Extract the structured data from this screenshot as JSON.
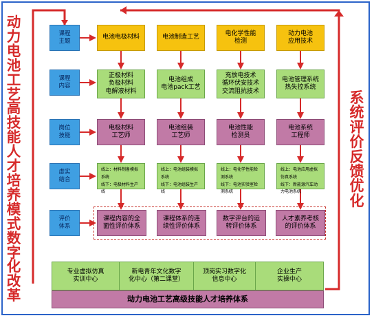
{
  "left_title": "动力电池工艺高技能人才培养模式数字化改革",
  "right_title": "系统评价反馈优化",
  "row_labels": [
    {
      "label": "课程\n主题"
    },
    {
      "label": "课程\n内容"
    },
    {
      "label": "岗位\n技能"
    },
    {
      "label": "虚实\n结合"
    },
    {
      "label": "评价\n体系"
    }
  ],
  "topics": [
    "电池电极材料",
    "电池制造工艺",
    "电化学性能\n检测",
    "动力电池\n应用技术"
  ],
  "contents": [
    "正极材料\n负极材料\n电解液材料",
    "电池组成\n电池pack工艺",
    "充放电技术\n循环伏安技术\n交流阻抗技术",
    "电池管理系统\n热失控系统"
  ],
  "skills": [
    "电极材料\n工艺师",
    "电池组装\n工艺师",
    "电池性能\n检测员",
    "电池系统\n工程师"
  ],
  "virtual_real": [
    {
      "online": "线上：材料制备模拟系统",
      "offline": "线下：电极材料生产线"
    },
    {
      "online": "线上：电池组装模拟系统",
      "offline": "线下：电池组装生产线"
    },
    {
      "online": "线上：电化学性能检测系统",
      "offline": "线下：电池实验室检测系统"
    },
    {
      "online": "线上：电池应用虚拟仿真系统",
      "offline": "线下：新能源汽车动力电池系统"
    }
  ],
  "evaluations": [
    "课程内容的全\n面性评价体系",
    "课程体系的连\n续性评价体系",
    "数字评台的运\n转评价体系",
    "人才素养考核\n的评价体系"
  ],
  "bottom_centers": [
    "专业虚拟仿真\n实训中心",
    "新电青年文化数字\n化中心（第二课堂）",
    "顶岗实习数字化\n信息中心",
    "企业生产\n实操中心"
  ],
  "bottom_title": "动力电池工艺高级技能人才培养体系"
}
